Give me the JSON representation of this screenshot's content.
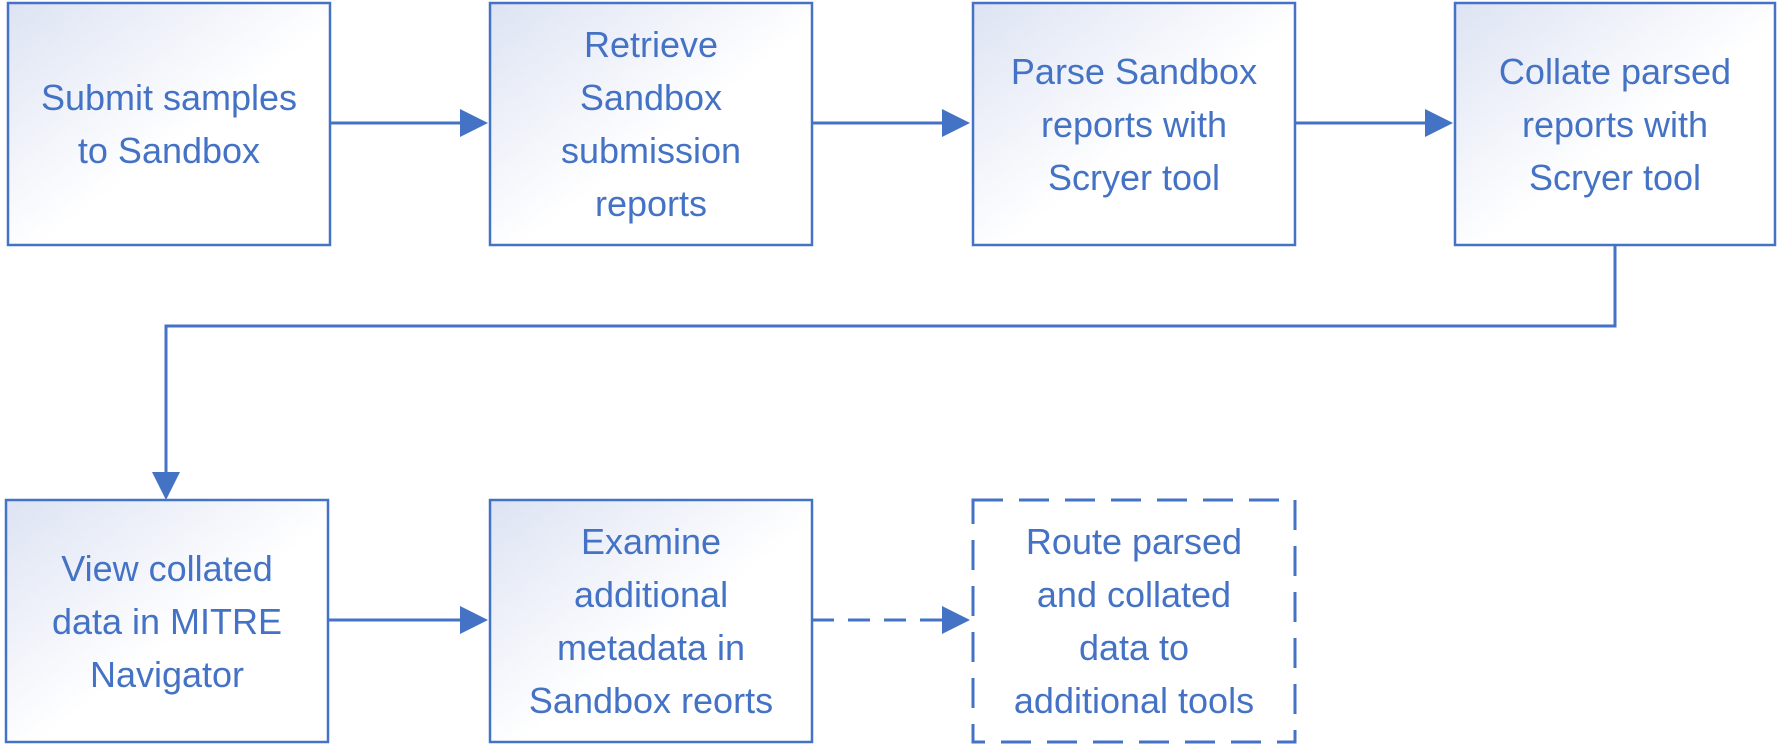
{
  "colors": {
    "stroke": "#4472c4",
    "text": "#4472c4",
    "fill_light": "#ffffff",
    "fill_dark": "#dde3f3"
  },
  "boxes": [
    {
      "id": "submit",
      "text": "Submit samples\nto Sandbox",
      "dashed": false
    },
    {
      "id": "retrieve",
      "text": "Retrieve\nSandbox\nsubmission\nreports",
      "dashed": false
    },
    {
      "id": "parse",
      "text": "Parse Sandbox\nreports with\nScryer tool",
      "dashed": false
    },
    {
      "id": "collate",
      "text": "Collate parsed\nreports with\nScryer tool",
      "dashed": false
    },
    {
      "id": "view",
      "text": "View collated\ndata in MITRE\nNavigator",
      "dashed": false
    },
    {
      "id": "examine",
      "text": "Examine\nadditional\nmetadata in\nSandbox reorts",
      "dashed": false
    },
    {
      "id": "route",
      "text": "Route parsed\nand collated\ndata to\nadditional tools",
      "dashed": true
    }
  ],
  "connections": [
    {
      "from": "submit",
      "to": "retrieve",
      "dashed": false
    },
    {
      "from": "retrieve",
      "to": "parse",
      "dashed": false
    },
    {
      "from": "parse",
      "to": "collate",
      "dashed": false
    },
    {
      "from": "collate",
      "to": "view",
      "dashed": false
    },
    {
      "from": "view",
      "to": "examine",
      "dashed": false
    },
    {
      "from": "examine",
      "to": "route",
      "dashed": true
    }
  ]
}
